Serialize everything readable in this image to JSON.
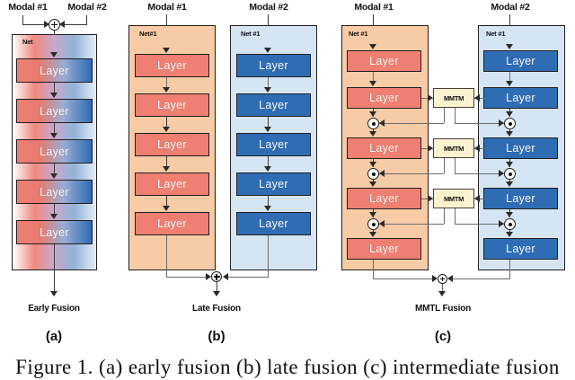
{
  "figure": {
    "caption": "Figure 1.  (a) early fusion (b) late fusion (c) intermediate fusion",
    "layer_label": "Layer",
    "mmtm_label": "MMTM",
    "modal1": "Modal #1",
    "modal2": "Modal #2"
  },
  "colors": {
    "layer_red": "#ee7f72",
    "layer_blue": "#2e6db4",
    "net_red_bg": "#f7cba6",
    "net_blue_bg": "#d6e5f3",
    "mmtm_bg": "#fdf2cf",
    "stroke": "#231f20"
  },
  "panels": [
    {
      "id": "a",
      "label": "(a)",
      "fusion_label": "Early Fusion",
      "fusion_op": "plus-circle",
      "nets": [
        {
          "name": "net-fused",
          "net_label": "Net",
          "modal_label": "Modal #1",
          "layers": [
            "Layer",
            "Layer",
            "Layer",
            "Layer",
            "Layer"
          ]
        }
      ],
      "extra_modal_label": "Modal #2",
      "mmtm_modules": []
    },
    {
      "id": "b",
      "label": "(b)",
      "fusion_label": "Late Fusion",
      "fusion_op": "plus-circle",
      "nets": [
        {
          "name": "net-modal1",
          "net_label": "Net#1",
          "modal_label": "Modal #1",
          "layers": [
            "Layer",
            "Layer",
            "Layer",
            "Layer",
            "Layer"
          ]
        },
        {
          "name": "net-modal2",
          "net_label": "Net #1",
          "modal_label": "Modal #2",
          "layers": [
            "Layer",
            "Layer",
            "Layer",
            "Layer",
            "Layer"
          ]
        }
      ],
      "mmtm_modules": []
    },
    {
      "id": "c",
      "label": "(c)",
      "fusion_label": "MMTL Fusion",
      "fusion_op": "plus-circle",
      "nets": [
        {
          "name": "net-modal1",
          "net_label": "Net #1",
          "modal_label": "Modal #1",
          "layers": [
            "Layer",
            "Layer",
            "Layer",
            "Layer",
            "Layer"
          ]
        },
        {
          "name": "net-modal2",
          "net_label": "Net #1",
          "modal_label": "Modal #2",
          "layers": [
            "Layer",
            "Layer",
            "Layer",
            "Layer",
            "Layer"
          ]
        }
      ],
      "mmtm_modules": [
        "MMTM",
        "MMTM",
        "MMTM"
      ],
      "gate_op": "dot-circle"
    }
  ]
}
